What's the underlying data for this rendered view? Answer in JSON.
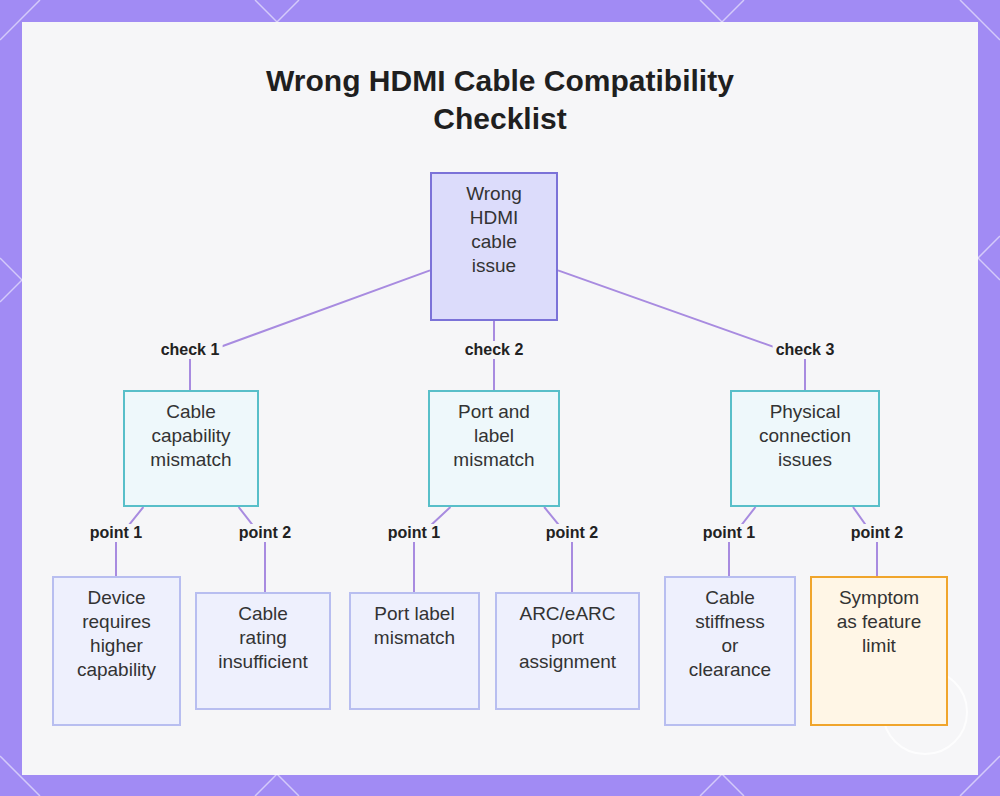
{
  "diagram": {
    "title": "Wrong HDMI Cable Compatibility Checklist",
    "nodes": [
      {
        "text": [
          "Wrong HDMI cable issue"
        ]
      },
      {
        "text": [
          "Cable capability mismatch"
        ]
      },
      {
        "text": [
          "Port and label mismatch"
        ]
      },
      {
        "text": [
          "Physical connection issues"
        ]
      },
      {
        "text": [
          "Device requires higher capability"
        ]
      },
      {
        "text": [
          "Cable rating insufficient"
        ]
      },
      {
        "text": [
          "Port label mismatch"
        ]
      },
      {
        "text": [
          "ARC/eARC port assignment"
        ]
      },
      {
        "text": [
          "Cable stiffness or clearance"
        ]
      },
      {
        "text": [
          "Symptom as feature limit"
        ]
      }
    ],
    "edges": [
      {
        "from": 0,
        "to": 1,
        "label": "check 1",
        "arrow": "none"
      },
      {
        "from": 0,
        "to": 2,
        "label": "check 2",
        "arrow": "none"
      },
      {
        "from": 0,
        "to": 3,
        "label": "check 3",
        "arrow": "none"
      },
      {
        "from": 1,
        "to": 4,
        "label": "point 1",
        "arrow": "none"
      },
      {
        "from": 1,
        "to": 5,
        "label": "point 2",
        "arrow": "none"
      },
      {
        "from": 2,
        "to": 6,
        "label": "point 1",
        "arrow": "none"
      },
      {
        "from": 2,
        "to": 7,
        "label": "point 2",
        "arrow": "none"
      },
      {
        "from": 3,
        "to": 8,
        "label": "point 1",
        "arrow": "none"
      },
      {
        "from": 3,
        "to": 9,
        "label": "point 2",
        "arrow": "none"
      }
    ]
  }
}
